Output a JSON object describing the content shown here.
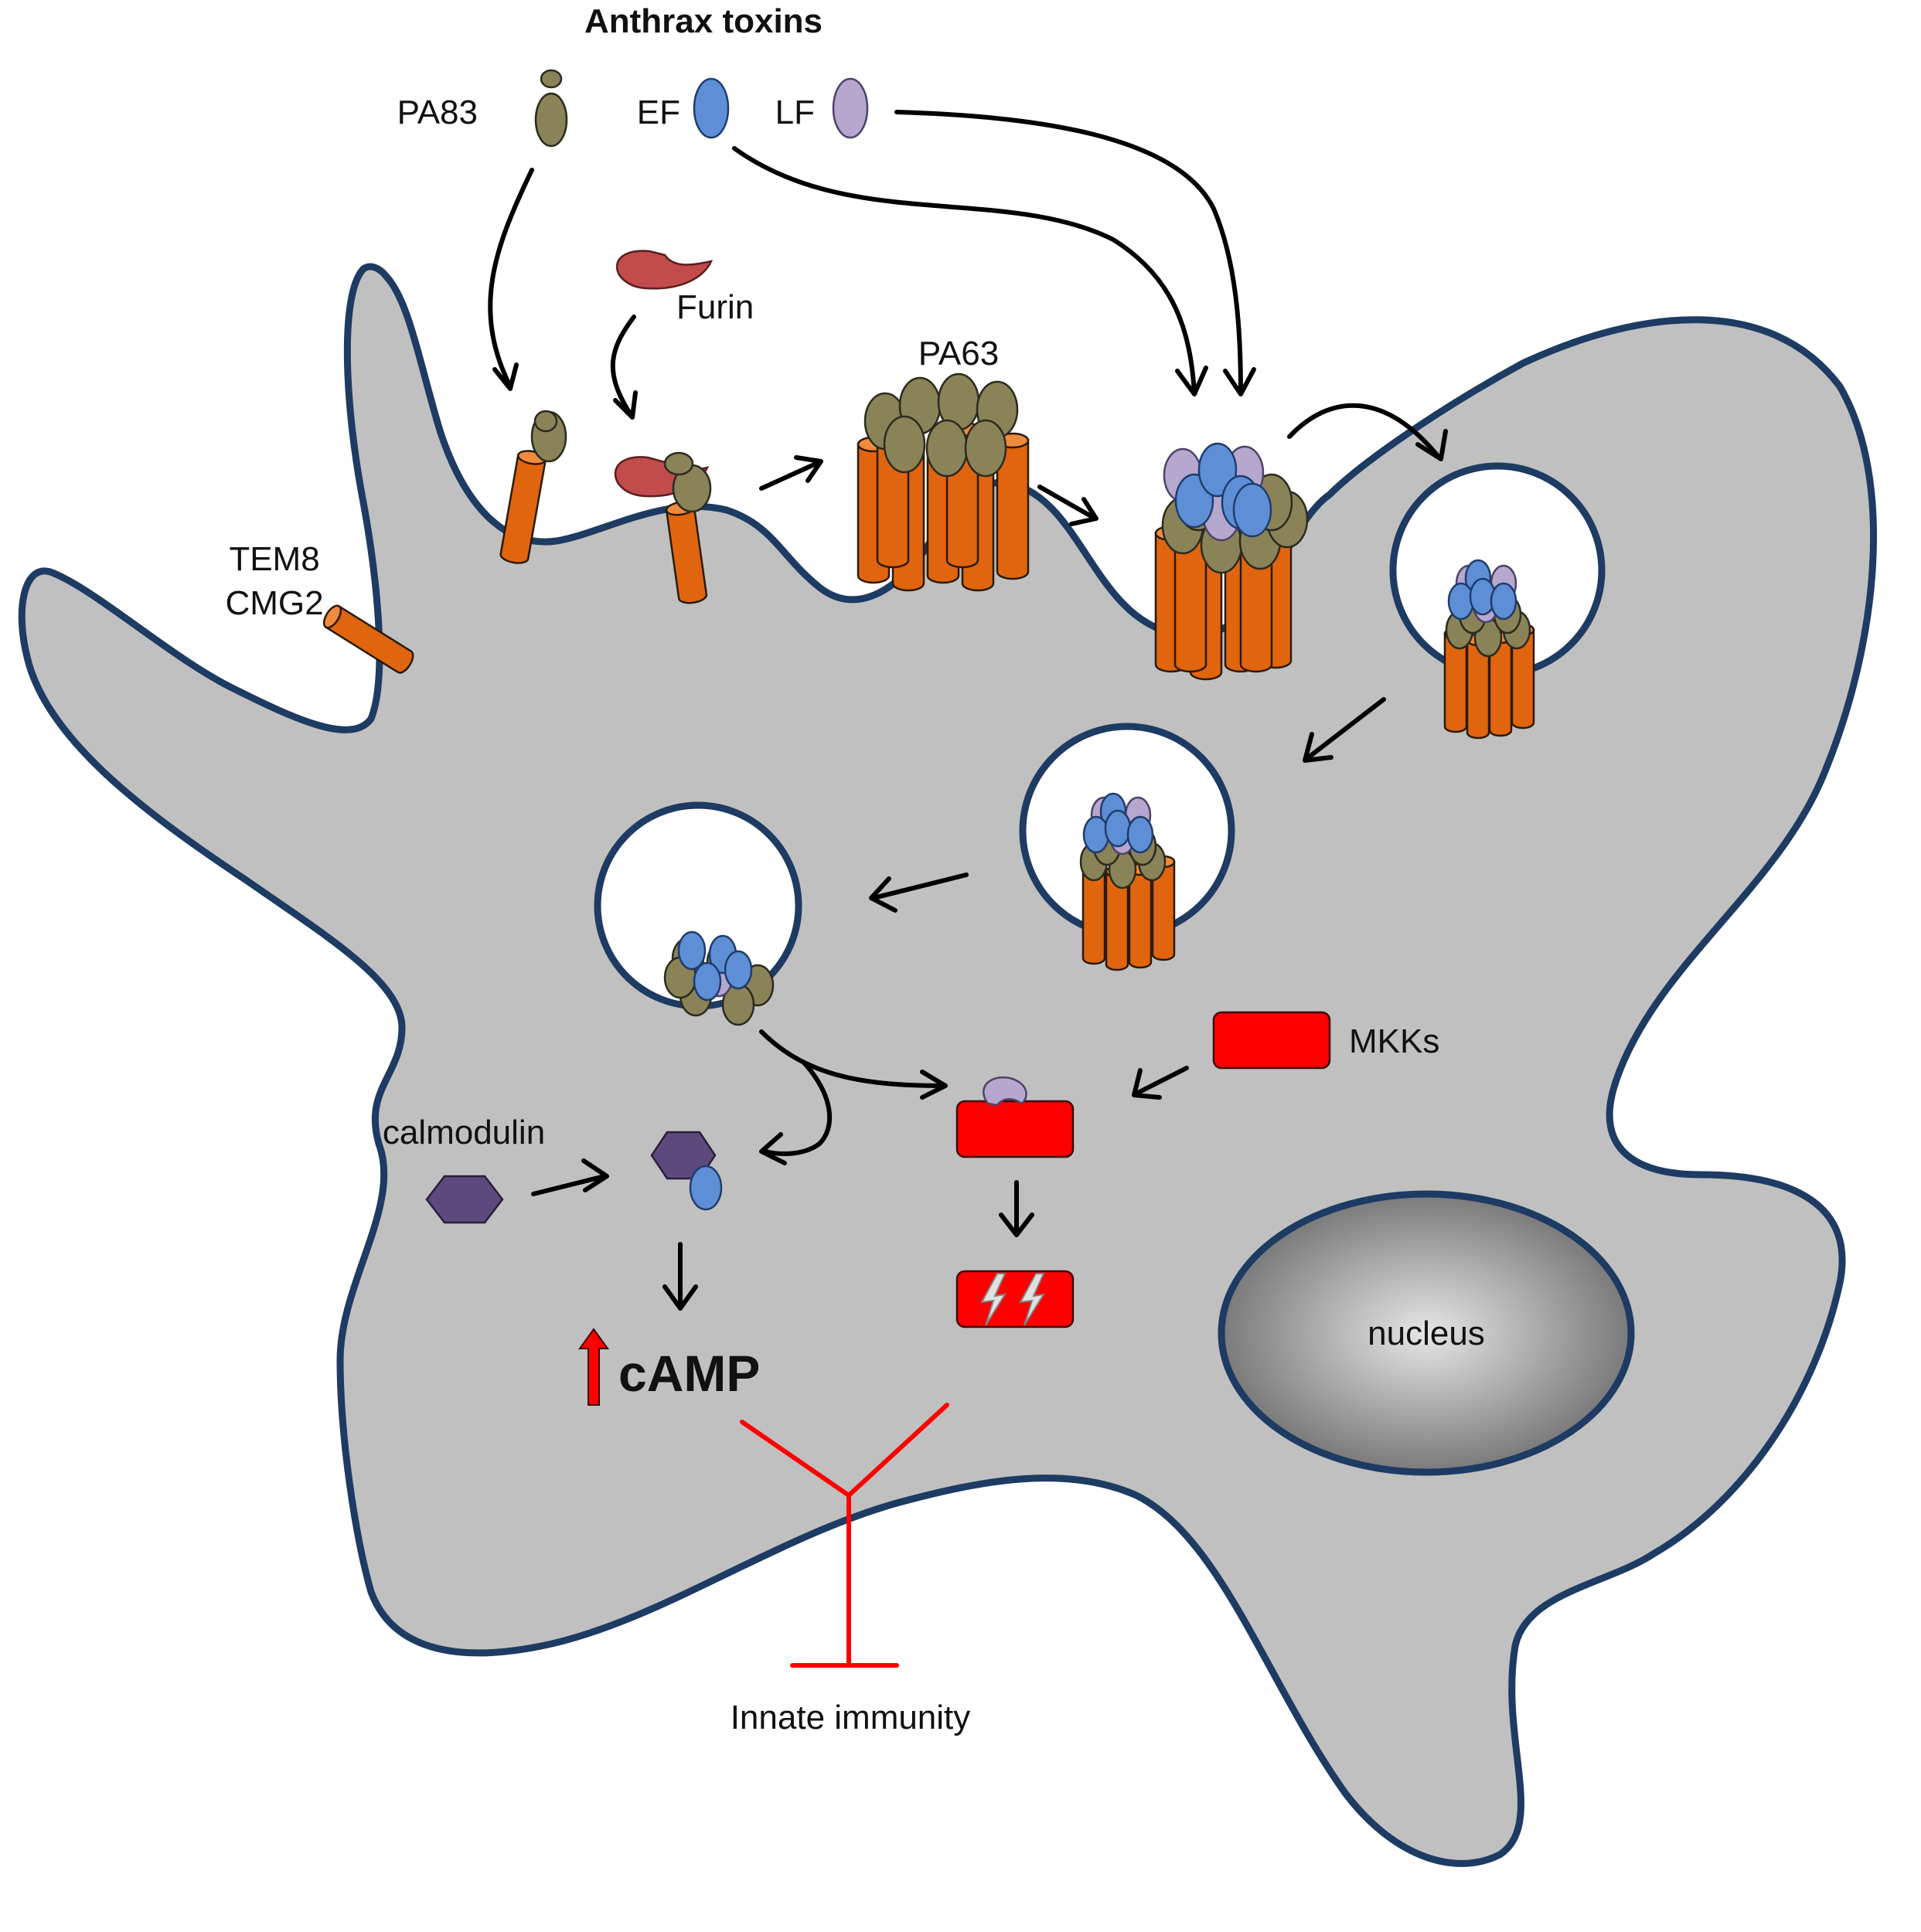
{
  "title": "Anthrax toxins",
  "toxins": {
    "pa83": "PA83",
    "ef": "EF",
    "lf": "LF"
  },
  "labels": {
    "furin": "Furin",
    "pa63": "PA63",
    "receptor_1": "TEM8",
    "receptor_2": "CMG2",
    "mkks": "MKKs",
    "calmodulin": "calmodulin",
    "camp": "cAMP",
    "nucleus": "nucleus",
    "innate_immunity": "Innate immunity"
  },
  "colors": {
    "cell_fill": "#c0c0c0",
    "cell_outline": "#1d3b63",
    "pa": "#8a8358",
    "ef": "#5e8fd6",
    "lf": "#b6a7cf",
    "receptor": "#e0650e",
    "furin": "#c24b4b",
    "mkk": "#ff0000",
    "calmodulin": "#5d4a7d",
    "inhibition": "#ff0000"
  }
}
